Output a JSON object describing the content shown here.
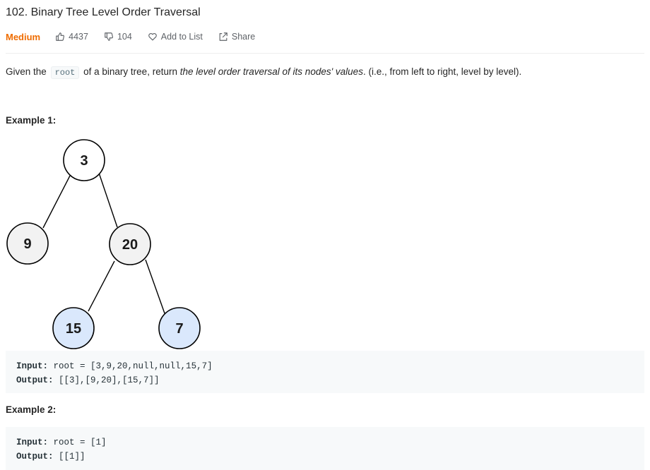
{
  "problem": {
    "title": "102. Binary Tree Level Order Traversal",
    "difficulty": "Medium",
    "likes": "4437",
    "dislikes": "104",
    "add_to_list": "Add to List",
    "share": "Share"
  },
  "description": {
    "part1": "Given the",
    "code": "root",
    "part2": "of a binary tree, return",
    "emphasis": "the level order traversal of its nodes' values",
    "part3": ". (i.e., from left to right, level by level)."
  },
  "example1": {
    "heading": "Example 1:",
    "tree_nodes": [
      "3",
      "9",
      "20",
      "15",
      "7"
    ],
    "input_label": "Input:",
    "input_value": "root = [3,9,20,null,null,15,7]",
    "output_label": "Output:",
    "output_value": "[[3],[9,20],[15,7]]"
  },
  "example2": {
    "heading": "Example 2:",
    "input_label": "Input:",
    "input_value": "root = [1]",
    "output_label": "Output:",
    "output_value": "[[1]]"
  },
  "colors": {
    "difficulty_medium": "#ef6c00",
    "node_fill_default": "#f2f2f2",
    "node_fill_highlight": "#dae8fc",
    "code_background": "#f7f9fa"
  },
  "icons": {
    "likes": "thumbs-up-icon",
    "dislikes": "thumbs-down-icon",
    "add_to_list": "heart-icon",
    "share": "share-icon"
  }
}
